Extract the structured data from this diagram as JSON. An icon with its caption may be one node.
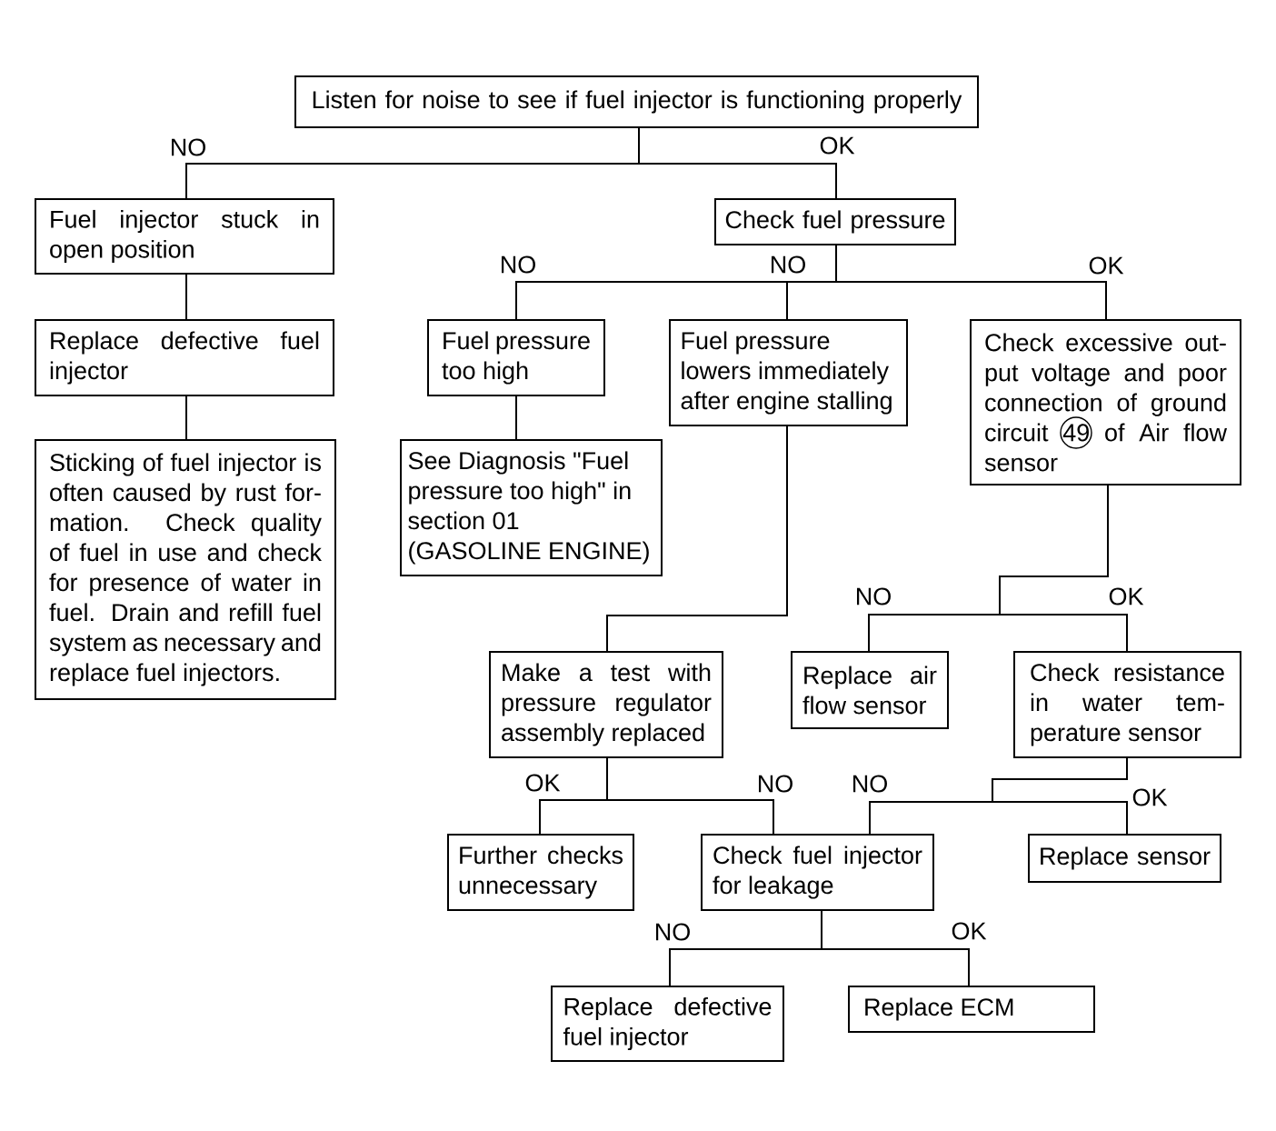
{
  "diagram": {
    "nodes": [
      {
        "text": [
          "Listen for noise to see if fuel injector is functioning properly"
        ]
      },
      {
        "text": [
          "Fuel injector stuck in open position"
        ]
      },
      {
        "text": [
          "Check fuel pressure"
        ]
      },
      {
        "text": [
          "Replace defective fuel injector"
        ]
      },
      {
        "text": [
          "Fuel pressure too high"
        ]
      },
      {
        "text": [
          "Fuel pressure lowers immediately after engine stalling"
        ]
      },
      {
        "text": [
          "Check excessive out-put voltage and poor connection of ground circuit 49 of Air flow sensor"
        ]
      },
      {
        "text": [
          "Sticking of fuel injector is often caused by rust for-mation. Check quality of fuel in use and check for presence of water in fuel. Drain and refill fuel system as necessary and replace fuel injectors."
        ]
      },
      {
        "text": [
          "See Diagnosis \"Fuel pressure too high\" in section 01 (GASOLINE ENGINE)"
        ]
      },
      {
        "text": [
          "Make a test with pressure regulator assembly replaced"
        ]
      },
      {
        "text": [
          "Replace air flow sensor"
        ]
      },
      {
        "text": [
          "Check resistance in water tem-perature sensor"
        ]
      },
      {
        "text": [
          "Further checks unnecessary"
        ]
      },
      {
        "text": [
          "Check fuel injector for leakage"
        ]
      },
      {
        "text": [
          "Replace sensor"
        ]
      },
      {
        "text": [
          "Replace defective fuel injector"
        ]
      },
      {
        "text": [
          "Replace ECM"
        ]
      }
    ],
    "edges": [
      {
        "from": 0,
        "to": 1,
        "arrow": "none",
        "label": "NO"
      },
      {
        "from": 0,
        "to": 2,
        "arrow": "none",
        "label": "OK"
      },
      {
        "from": 1,
        "to": 3,
        "arrow": "none"
      },
      {
        "from": 3,
        "to": 7,
        "arrow": "none"
      },
      {
        "from": 2,
        "to": 4,
        "arrow": "none",
        "label": "NO"
      },
      {
        "from": 2,
        "to": 5,
        "arrow": "none",
        "label": "NO"
      },
      {
        "from": 2,
        "to": 6,
        "arrow": "none",
        "label": "OK"
      },
      {
        "from": 4,
        "to": 8,
        "arrow": "none"
      },
      {
        "from": 5,
        "to": 9,
        "arrow": "none"
      },
      {
        "from": 6,
        "to": 10,
        "arrow": "none",
        "label": "NO"
      },
      {
        "from": 6,
        "to": 11,
        "arrow": "none",
        "label": "OK"
      },
      {
        "from": 9,
        "to": 12,
        "arrow": "none",
        "label": "OK"
      },
      {
        "from": 9,
        "to": 13,
        "arrow": "none",
        "label": "NO"
      },
      {
        "from": 11,
        "to": 13,
        "arrow": "none",
        "label": "NO"
      },
      {
        "from": 11,
        "to": 14,
        "arrow": "none",
        "label": "OK"
      },
      {
        "from": 13,
        "to": 15,
        "arrow": "none",
        "label": "NO"
      },
      {
        "from": 13,
        "to": 16,
        "arrow": "none",
        "label": "OK"
      }
    ]
  }
}
